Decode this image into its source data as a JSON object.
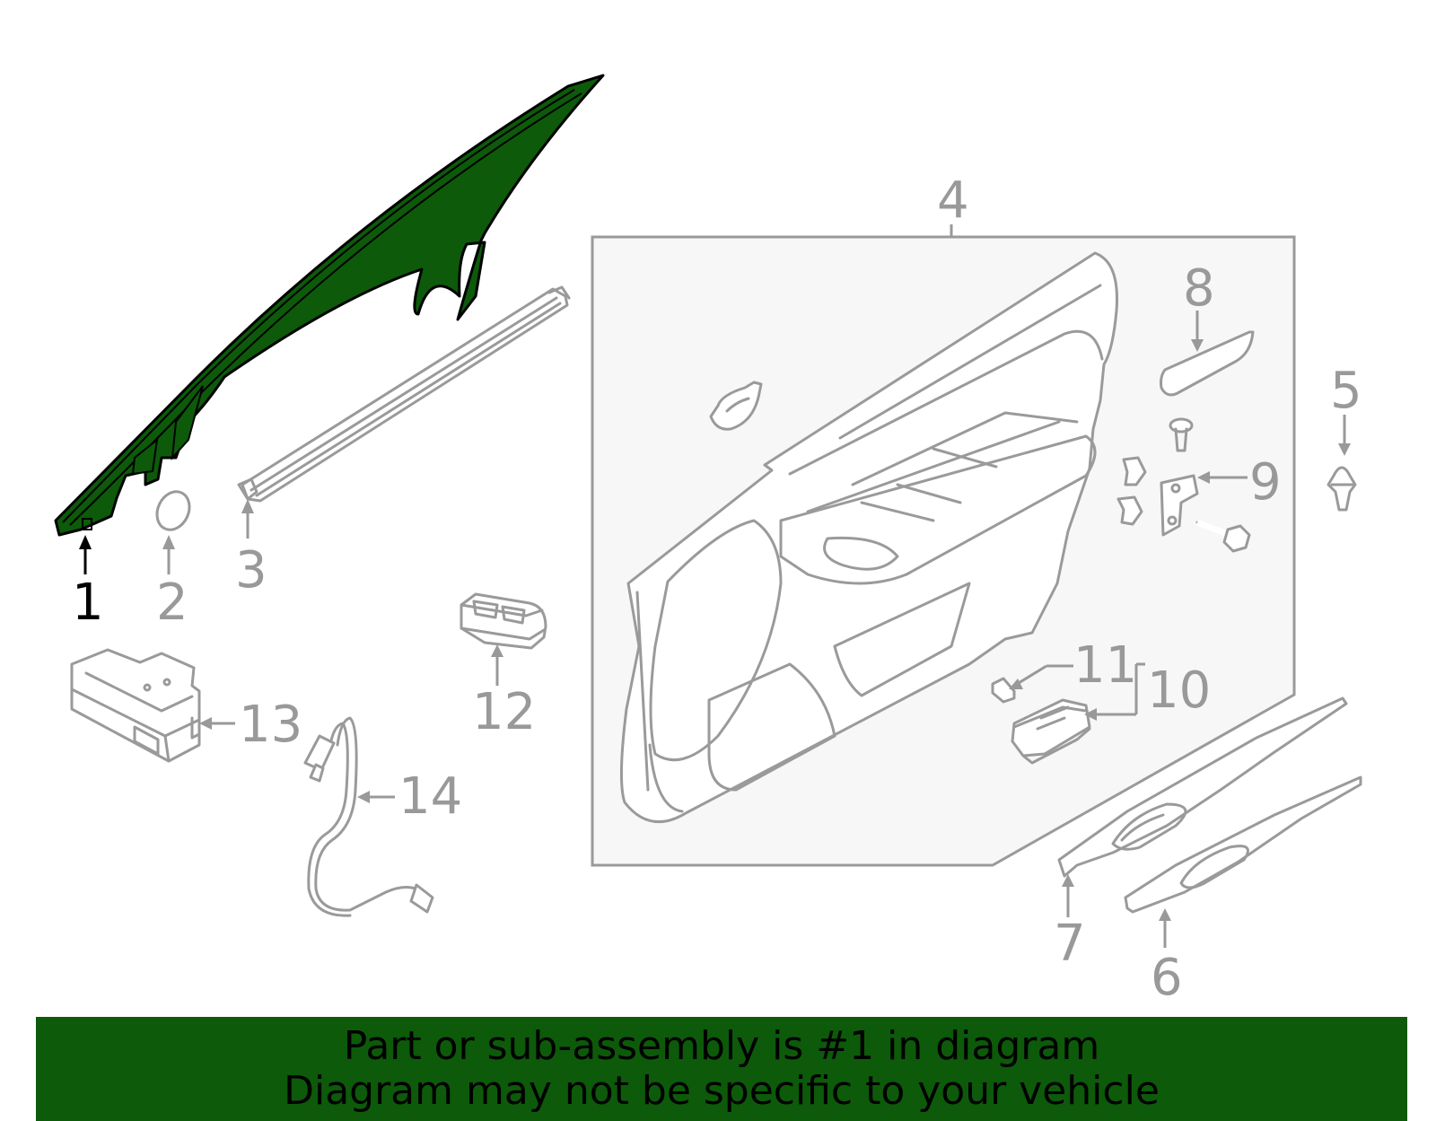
{
  "colors": {
    "highlight": "#0d5a0a",
    "banner_bg": "#0d5a0a",
    "part_stroke": "#9a9a9a",
    "panel_fill": "#f7f7f7",
    "callout_grey": "#999999",
    "callout_active": "#000000"
  },
  "callouts": {
    "c1": "1",
    "c2": "2",
    "c3": "3",
    "c4": "4",
    "c5": "5",
    "c6": "6",
    "c7": "7",
    "c8": "8",
    "c9": "9",
    "c10": "10",
    "c11": "11",
    "c12": "12",
    "c13": "13",
    "c14": "14"
  },
  "highlighted_part": "1",
  "banner": {
    "line1": "Part or sub-assembly is #1 in diagram",
    "line2": "Diagram may not be specific to your vehicle"
  }
}
